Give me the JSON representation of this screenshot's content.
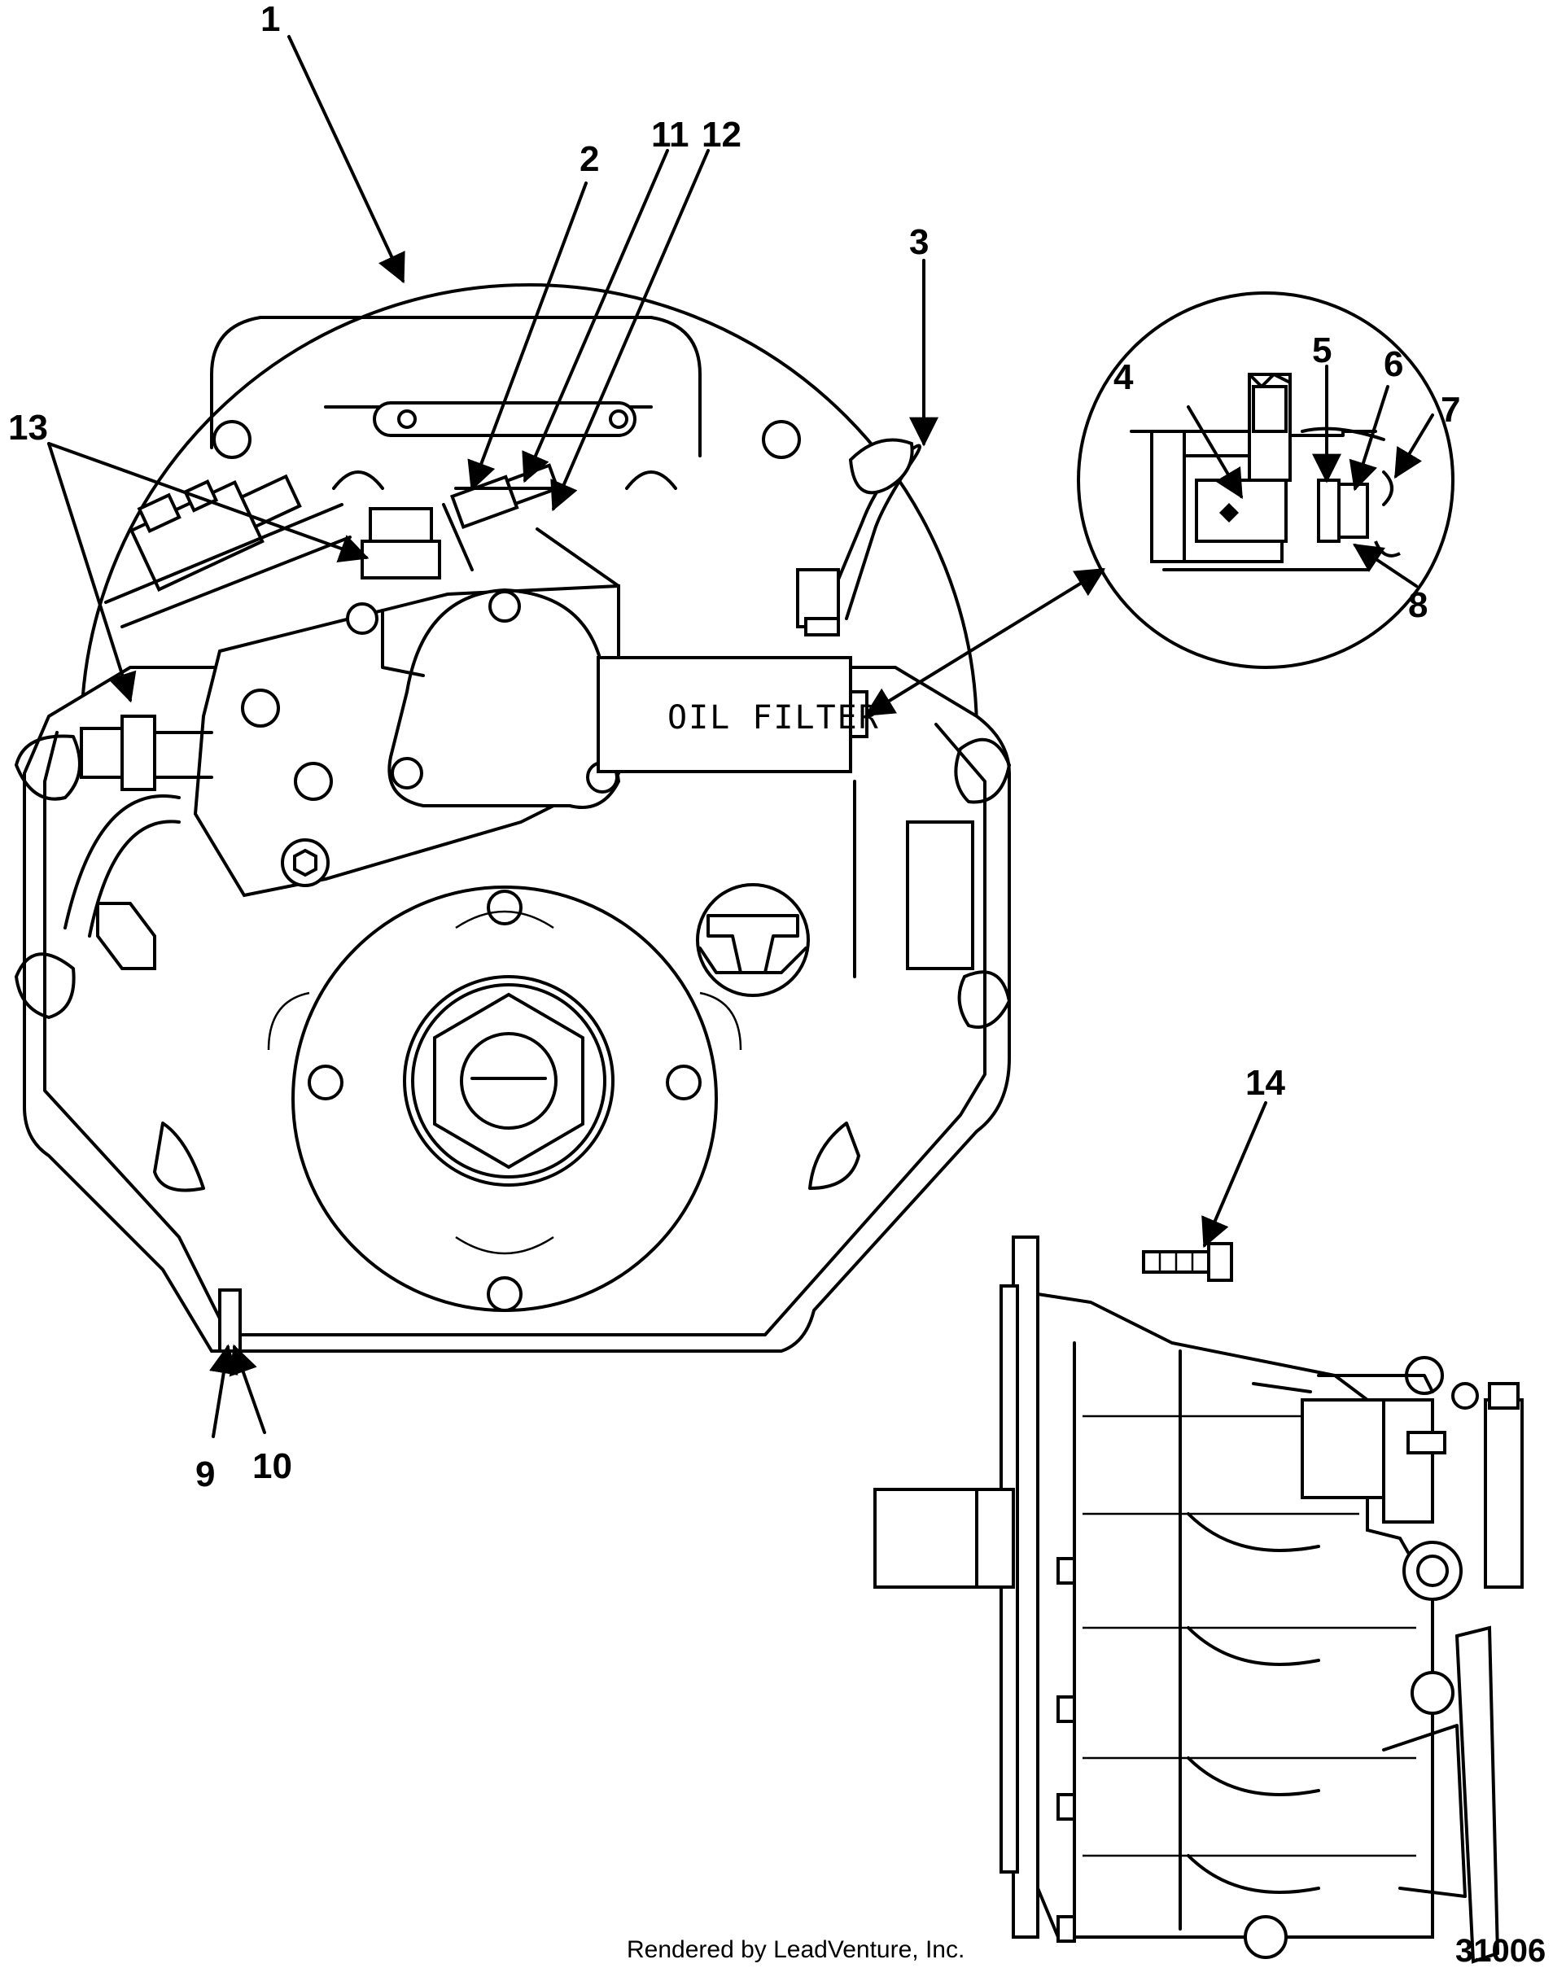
{
  "callouts": [
    "1",
    "2",
    "3",
    "4",
    "5",
    "6",
    "7",
    "8",
    "9",
    "10",
    "11",
    "12",
    "13",
    "14"
  ],
  "oil_filter_label": "OIL FILTER",
  "footer": {
    "rendered_by": "Rendered by LeadVenture, Inc.",
    "figure_number": "31006"
  }
}
